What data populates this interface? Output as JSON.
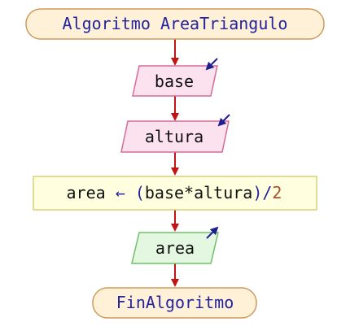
{
  "diagram": {
    "start": {
      "keyword": "Algoritmo",
      "name": "AreaTriangulo"
    },
    "input_1": {
      "text": "base"
    },
    "input_2": {
      "text": "altura"
    },
    "process": {
      "target": "area",
      "arrow": "←",
      "open": "(",
      "expr": "base*altura",
      "close": ")",
      "slash": "/",
      "number": "2"
    },
    "output": {
      "text": "area"
    },
    "end": {
      "text": "FinAlgoritmo"
    }
  },
  "colors": {
    "terminal_fill": "#fff1d8",
    "terminal_stroke": "#cd9a5b",
    "input_fill": "#fbe2ee",
    "input_stroke": "#d46b98",
    "process_fill": "#ffffe0",
    "process_stroke": "#d6d07a",
    "output_fill": "#e4f7e1",
    "output_stroke": "#6cc06a",
    "connector": "#c01515",
    "io_marker": "#1f1f8f"
  }
}
